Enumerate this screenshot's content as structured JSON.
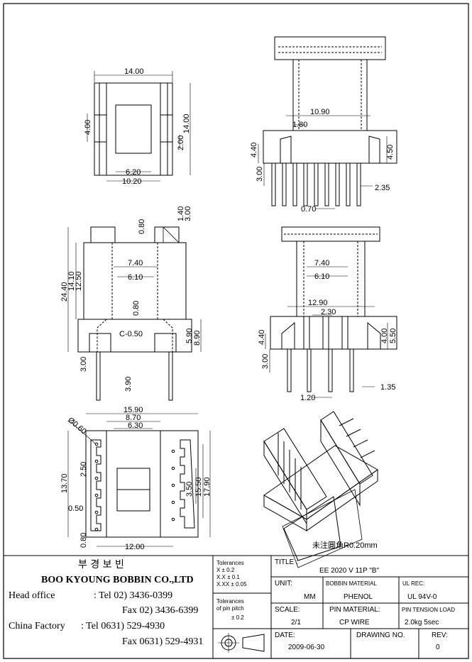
{
  "dimensions": {
    "top_left": {
      "width": "14.00",
      "left_h": "4.00",
      "right_h": "14.00",
      "inner_h": "2.00",
      "w1": "6.20",
      "w2": "10.20"
    },
    "top_right": {
      "span": "10.90",
      "pitch": "1.80",
      "h_left": "4.40",
      "h_right": "4.50",
      "pin_len": "3.00",
      "pin_off": "2.35",
      "pin_w": "0.70"
    },
    "mid_left": {
      "h_total": "24.40",
      "h1": "14.10",
      "h2": "12.50",
      "top1": "1.40",
      "top2": "3.00",
      "slot": "0.80",
      "w1": "7.40",
      "w2": "6.10",
      "gap": "0.80",
      "chamfer": "C-0.50",
      "h3": "5.90",
      "h4": "8.90",
      "pin_len": "3.00",
      "pin_ext": "3.90"
    },
    "mid_right": {
      "w1": "7.40",
      "w2": "6.10",
      "span": "12.90",
      "pitch": "2.30",
      "h_left": "4.40",
      "h_right": "4.00",
      "h_right2": "5.50",
      "pin_len": "3.00",
      "pin_w": "1.20",
      "pin_off": "1.35"
    },
    "bottom_left": {
      "w1": "15.90",
      "w2": "8.70",
      "w3": "6.30",
      "hole": "Ø0.60",
      "h_left": "13.70",
      "p1": "2.50",
      "p2": "0.50",
      "p3": "0.80",
      "h_r1": "3.50",
      "h_r2": "15.50",
      "h_r3": "17.90",
      "w_bottom": "12.00"
    },
    "iso_note": "未注圓角R0.20mm"
  },
  "company": {
    "korean": "부 경 보 빈",
    "name": "BOO KYOUNG BOBBIN CO.,LTD",
    "head_label": "Head office",
    "head_tel": ": Tel  02) 3436-0399",
    "head_fax": "Fax  02) 3436-6399",
    "china_label": "China Factory",
    "china_tel": ": Tel 0631) 529-4930",
    "china_fax": "Fax 0631) 529-4931"
  },
  "tolerances": {
    "title": "Tolerances",
    "r1": "X     ± 0.2",
    "r2": "X.X    ± 0.1",
    "r3": "X.XX  ± 0.05",
    "pitch_title1": "Tolerances",
    "pitch_title2": "of pin pitch",
    "pitch_val": "± 0.2"
  },
  "titleblock": {
    "title_label": "TITLE :",
    "title": "EE 2020 V 11P \"B\"",
    "unit_label": "UNIT:",
    "unit": "MM",
    "bobbin_label": "BOBBIN MATERIAL",
    "bobbin": "PHENOL",
    "ul_label": "UL REC:",
    "ul": "UL 94V-0",
    "scale_label": "SCALE:",
    "scale": "2/1",
    "pin_label": "PIN MATERIAL:",
    "pin": "CP WIRE",
    "tension_label": "PIN TENSION LOAD",
    "tension": "2.0kg 5sec",
    "date_label": "DATE:",
    "date": "2009-06-30",
    "drawing_label": "DRAWING NO.",
    "rev_label": "REV:",
    "rev": "0"
  }
}
